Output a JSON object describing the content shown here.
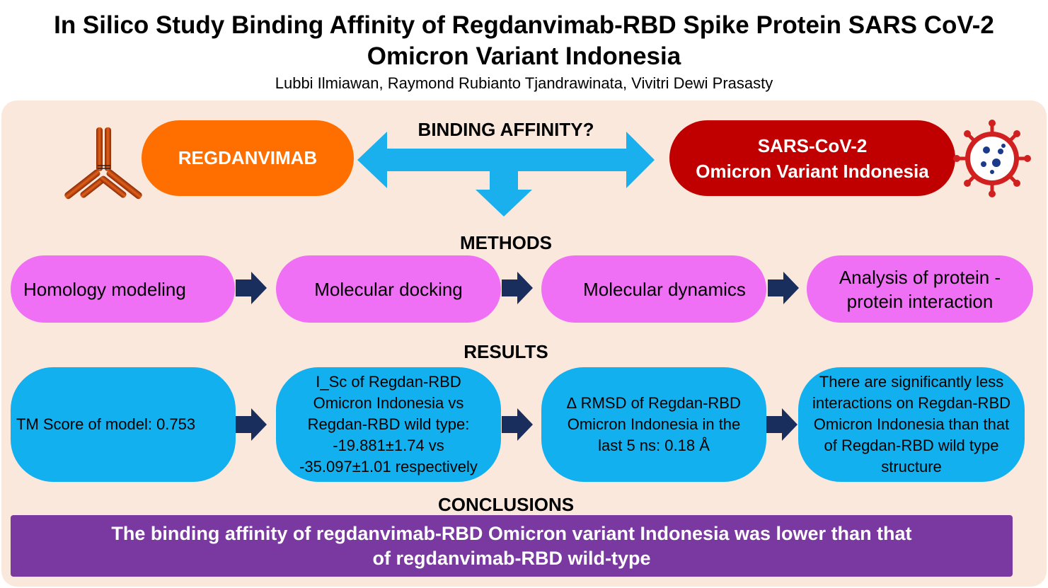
{
  "title": "In Silico Study Binding Affinity of Regdanvimab-RBD Spike Protein SARS CoV-2 Omicron Variant Indonesia",
  "authors": "Lubbi Ilmiawan, Raymond Rubianto Tjandrawinata, Vivitri Dewi Prasasty",
  "top": {
    "regdan_label": "REGDANVIMAB",
    "question": "BINDING AFFINITY?",
    "sars_line1": "SARS-CoV-2",
    "sars_line2": "Omicron Variant Indonesia"
  },
  "methods": {
    "heading": "METHODS",
    "steps": [
      "Homology modeling",
      "Molecular docking",
      "Molecular dynamics",
      "Analysis of protein - protein interaction"
    ]
  },
  "results": {
    "heading": "RESULTS",
    "items": [
      "TM Score of model: 0.753",
      "I_Sc of Regdan-RBD Omicron Indonesia vs Regdan-RBD wild type: -19.881±1.74 vs -35.097±1.01 respectively",
      "∆ RMSD of Regdan-RBD Omicron Indonesia in the last 5 ns: 0.18 Å",
      "There are significantly less interactions on Regdan-RBD Omicron Indonesia than that of Regdan-RBD wild type structure"
    ]
  },
  "conclusions": {
    "heading": "CONCLUSIONS",
    "text": "The binding affinity of regdanvimab-RBD Omicron variant Indonesia was lower than that of regdanvimab-RBD wild-type"
  },
  "colors": {
    "regdan": "#ff6f00",
    "sars": "#c00000",
    "method": "#f070f5",
    "result": "#12b0ee",
    "arrow_blue": "#1ab0ee",
    "arrow_navy": "#1a2e5e",
    "conclusion": "#7a39a0",
    "panel": "#fbe8dc"
  },
  "icons": [
    "antibody-icon",
    "virus-icon"
  ]
}
